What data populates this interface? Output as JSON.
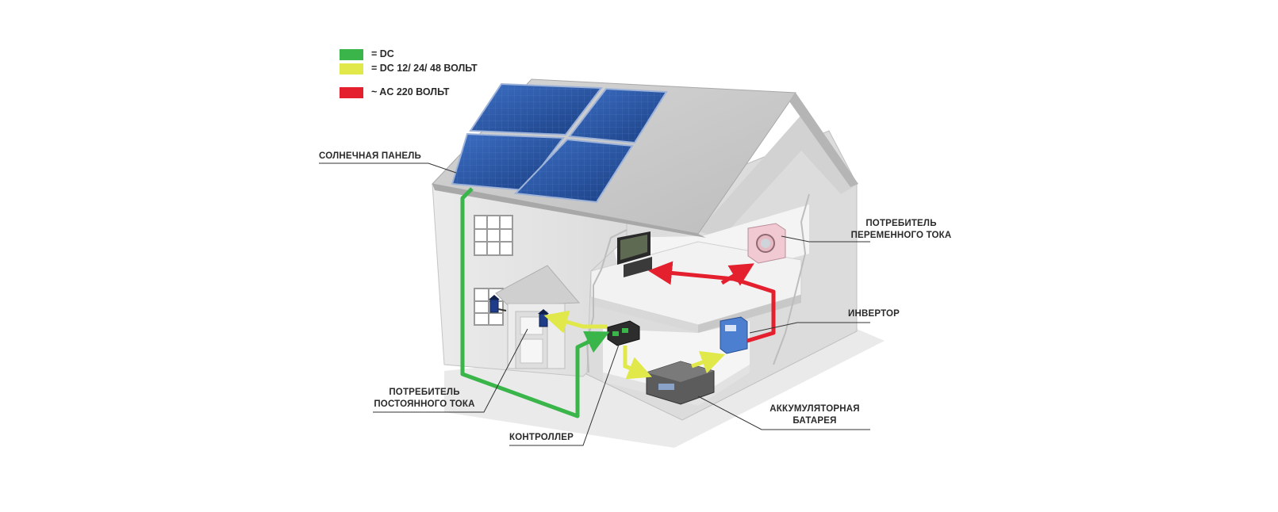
{
  "legend": {
    "items": [
      {
        "label": "= DC",
        "color": "#3ab54a"
      },
      {
        "label": "= DC 12/ 24/ 48 ВОЛЬТ",
        "color": "#e1e84a"
      },
      {
        "label": "~ AC 220 ВОЛЬТ",
        "color": "#e5202e"
      }
    ]
  },
  "labels": {
    "solar_panel": "СОЛНЕЧНАЯ ПАНЕЛЬ",
    "ac_consumer_line1": "ПОТРЕБИТЕЛЬ",
    "ac_consumer_line2": "ПЕРЕМЕННОГО ТОКА",
    "inverter": "ИНВЕРТОР",
    "battery_line1": "АККУМУЛЯТОРНАЯ",
    "battery_line2": "БАТАРЕЯ",
    "dc_consumer_line1": "ПОТРЕБИТЕЛЬ",
    "dc_consumer_line2": "ПОСТОЯННОГО ТОКА",
    "controller": "КОНТРОЛЛЕР"
  },
  "colors": {
    "wall": "#e4e4e4",
    "wall_shade": "#cfcfcf",
    "roof": "#c9c9c9",
    "panel": "#1f4f9e",
    "dc_line": "#3ab54a",
    "dc_low_line": "#e1e84a",
    "ac_line": "#e5202e"
  }
}
